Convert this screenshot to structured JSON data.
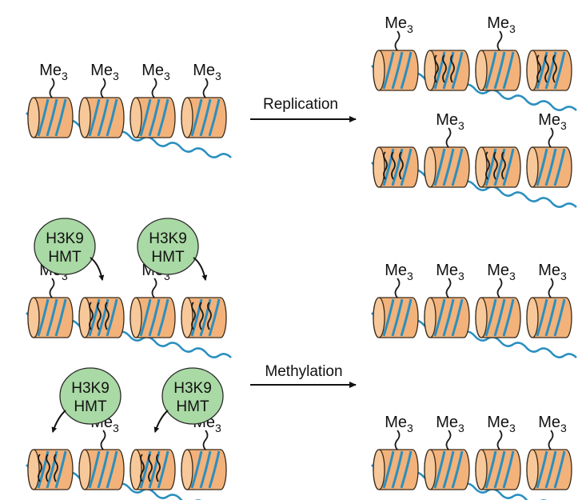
{
  "colors": {
    "dna": "#2a8fc0",
    "nucleosome_fill": "#f2b27a",
    "nucleosome_edge": "#3a2a1a",
    "enzyme_fill": "#a9d9a4",
    "enzyme_edge": "#2b2b2b",
    "tail": "#1a1a1a",
    "arrow": "#111111"
  },
  "mark": {
    "base": "Me",
    "subscript": "3"
  },
  "arrows": {
    "replication": "Replication",
    "methylation": "Methylation"
  },
  "enzyme": {
    "line1": "H3K9",
    "line2": "HMT"
  },
  "rows": {
    "parent": {
      "methylated": [
        true,
        true,
        true,
        true
      ],
      "label_above_tail": true
    },
    "daughter_top": {
      "methylated": [
        true,
        false,
        true,
        false
      ]
    },
    "daughter_bottom": {
      "methylated": [
        false,
        true,
        false,
        true
      ]
    },
    "spread_top_left": {
      "methylated": [
        true,
        false,
        true,
        false
      ]
    },
    "spread_top_right": {
      "methylated": [
        true,
        true,
        true,
        true
      ]
    },
    "spread_bottom_left": {
      "methylated": [
        false,
        true,
        false,
        true
      ]
    },
    "spread_bottom_right": {
      "methylated": [
        true,
        true,
        true,
        true
      ]
    }
  }
}
